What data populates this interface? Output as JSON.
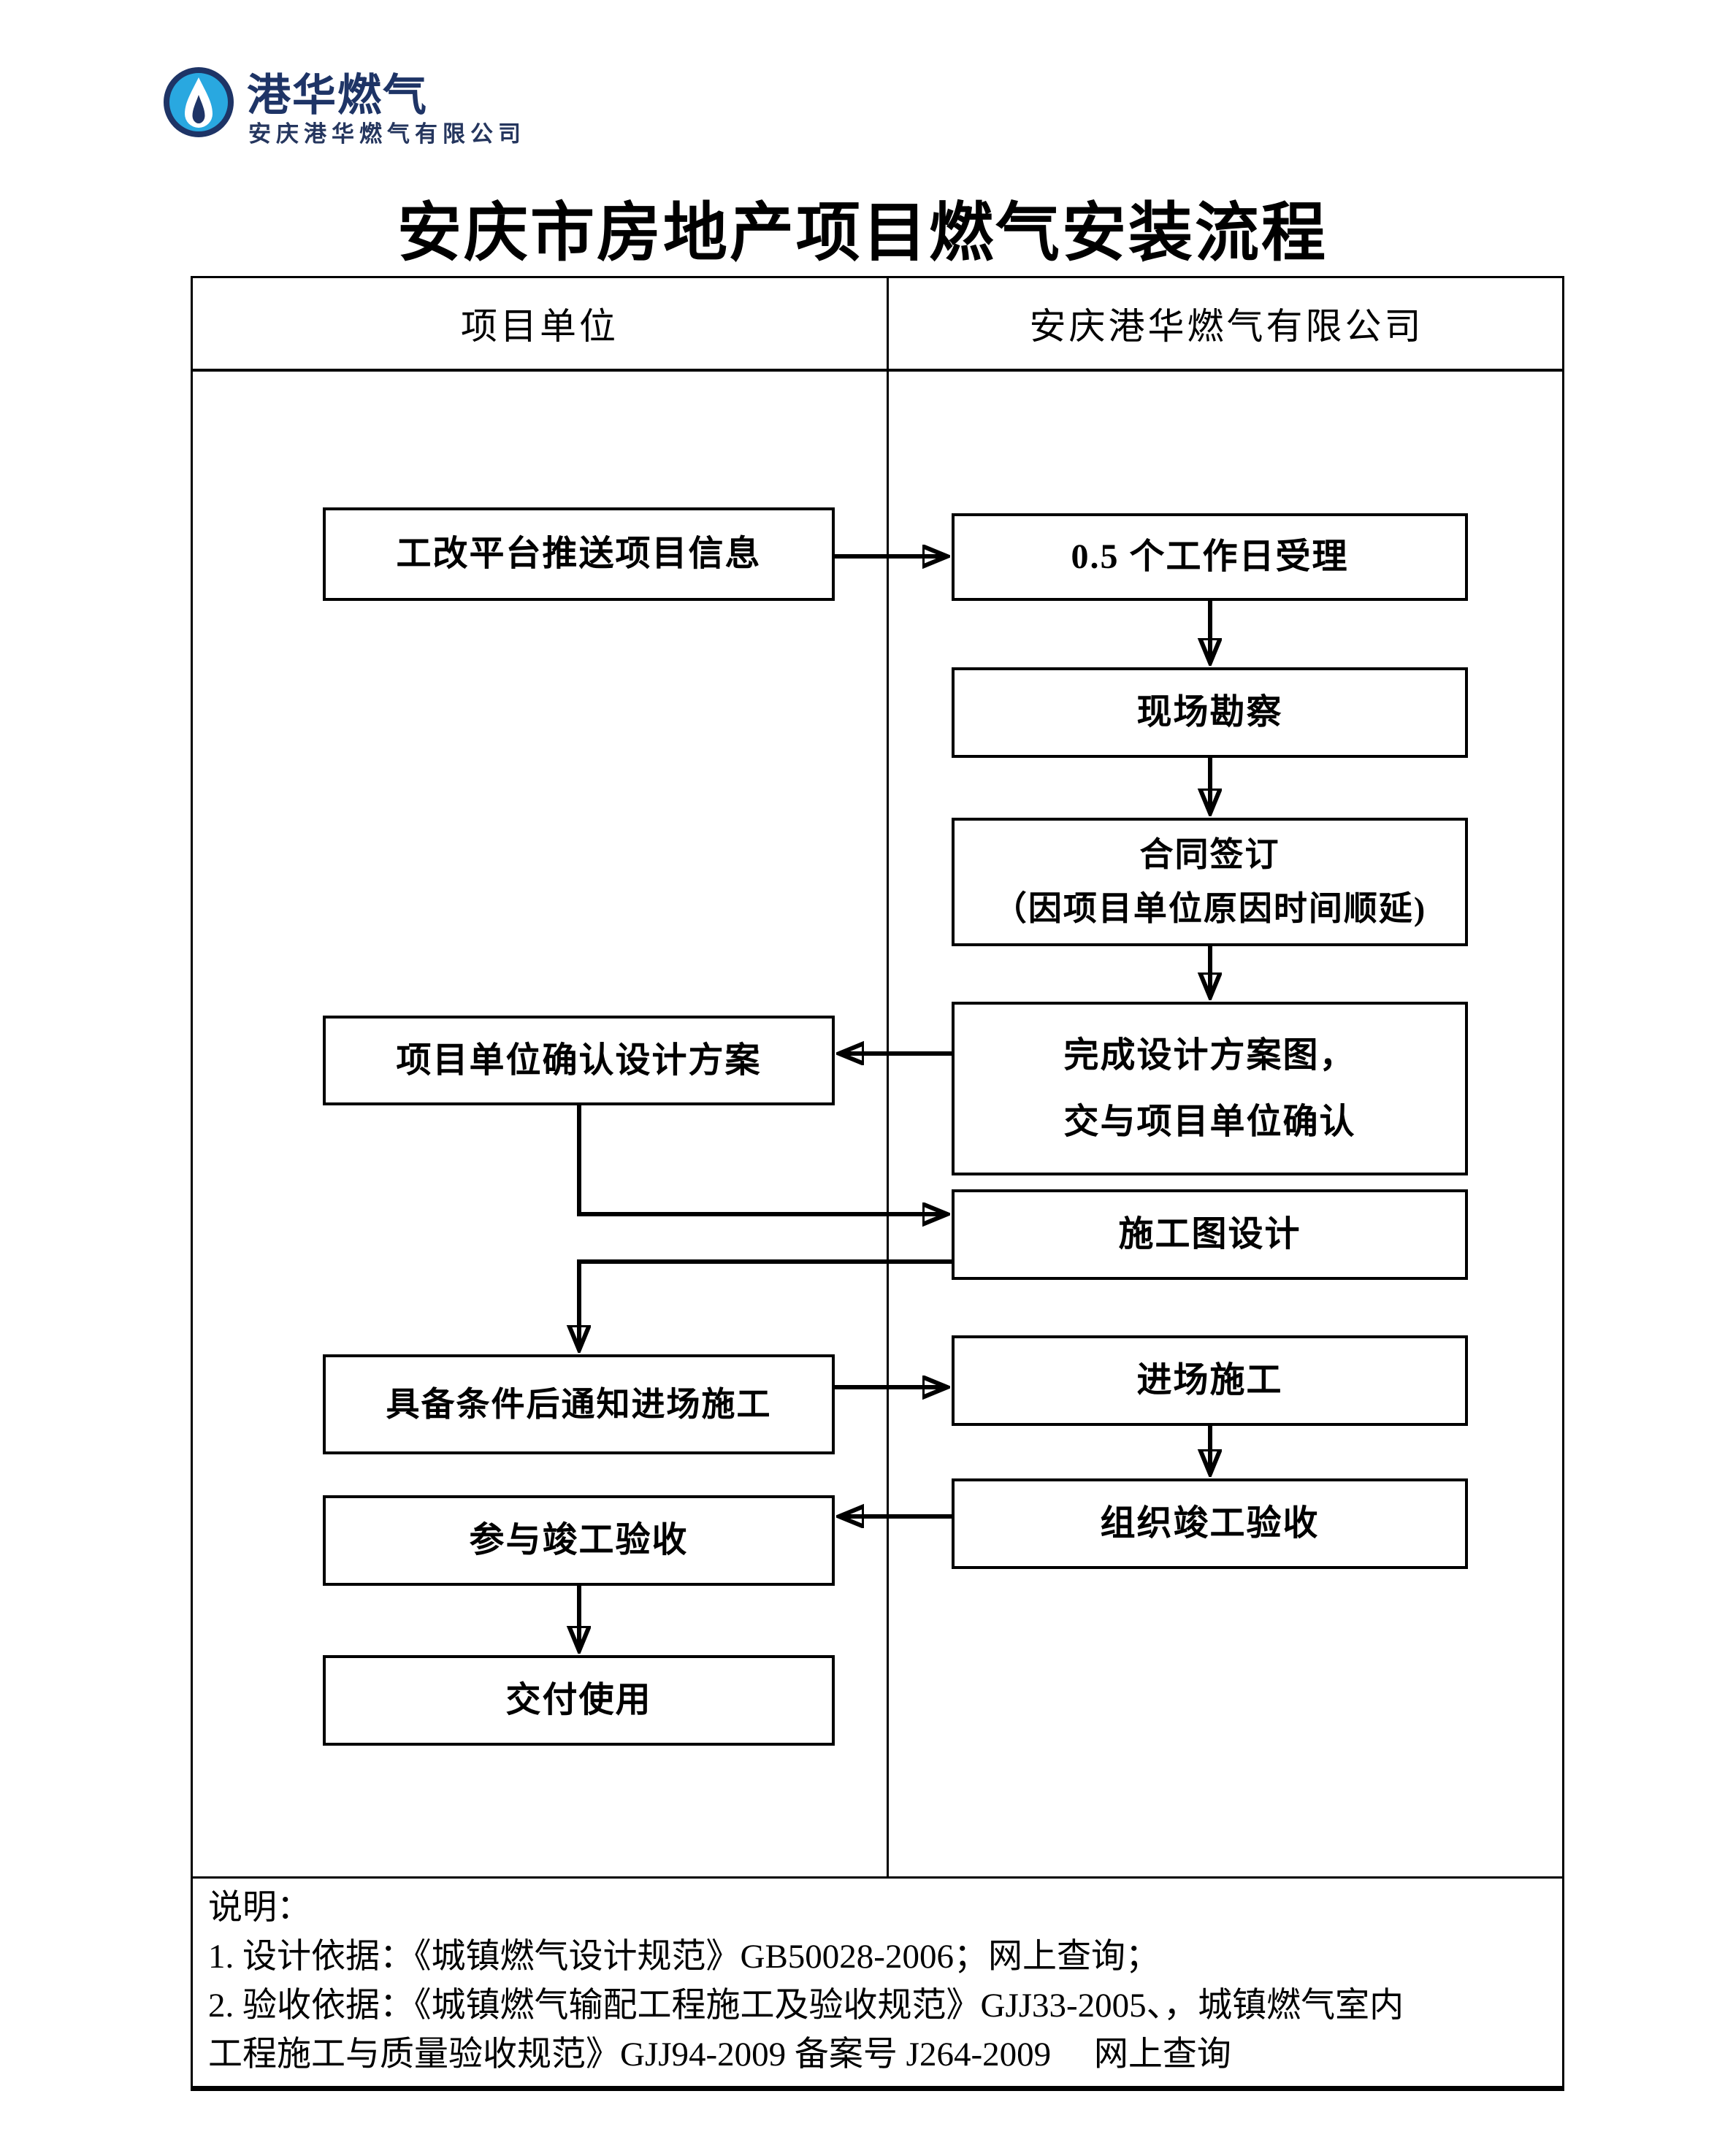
{
  "logo": {
    "brand": "港华燃气",
    "company": "安庆港华燃气有限公司"
  },
  "title": "安庆市房地产项目燃气安装流程",
  "table": {
    "header": {
      "left": "项目单位",
      "right": "安庆港华燃气有限公司"
    }
  },
  "flow": {
    "left": [
      {
        "label": "工改平台推送项目信息"
      },
      {
        "label": "项目单位确认设计方案"
      },
      {
        "label": "具备条件后通知进场施工"
      },
      {
        "label": "参与竣工验收"
      },
      {
        "label": "交付使用"
      }
    ],
    "right": [
      {
        "label": "0.5 个工作日受理"
      },
      {
        "label": "现场勘察"
      },
      {
        "label": "合同签订\n（因项目单位原因时间顺延)"
      },
      {
        "label": "完成设计方案图，\n交与项目单位确认"
      },
      {
        "label": "施工图设计"
      },
      {
        "label": "进场施工"
      },
      {
        "label": "组织竣工验收"
      }
    ]
  },
  "notes": {
    "title": "说明：",
    "lines": [
      "1. 设计依据：《城镇燃气设计规范》GB50028-2006；网上查询；",
      "2. 验收依据：《城镇燃气输配工程施工及验收规范》GJJ33-2005、，城镇燃气室内",
      "工程施工与质量验收规范》GJJ94-2009 备案号 J264-2009　 网上查询"
    ]
  },
  "colors": {
    "brand_blue": "#29a8e0",
    "brand_navy": "#1e3466",
    "line_black": "#000000"
  }
}
